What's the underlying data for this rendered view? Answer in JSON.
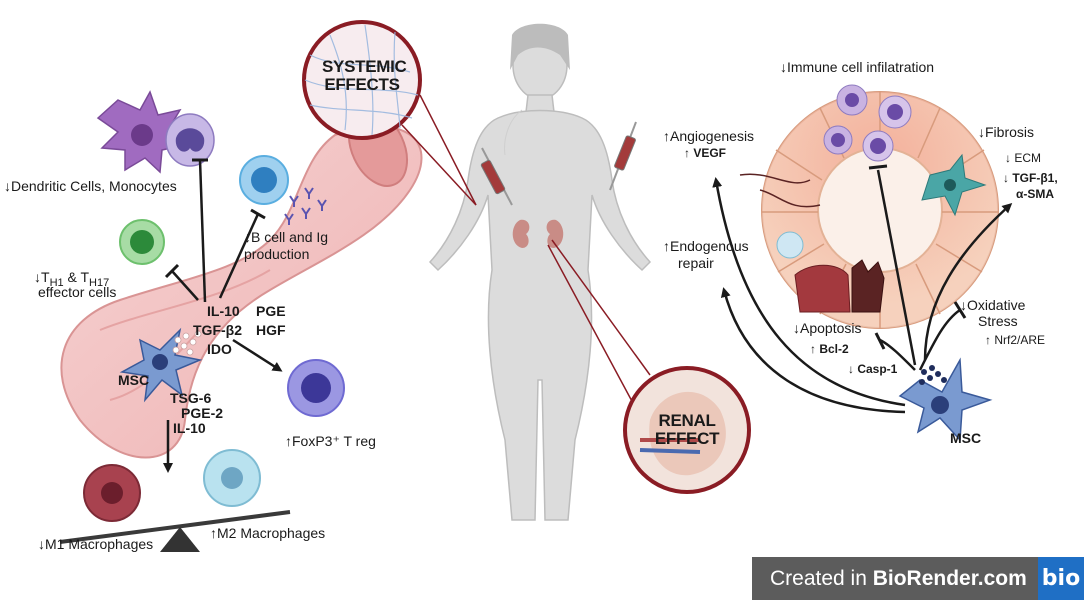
{
  "left": {
    "dendritic_label": "↓Dendritic Cells, Monocytes",
    "bcell_label_1": "↓B cell and Ig",
    "bcell_label_2": "production",
    "th_label_1": "↓T",
    "th_sub_1": "H1",
    "th_amp": " & T",
    "th_sub_2": "H17",
    "th_label_2": "effector cells",
    "factors": [
      "IL-10",
      "PGE",
      "TGF-β2",
      "HGF",
      "IDO"
    ],
    "msc": "MSC",
    "tsg": [
      "TSG-6",
      "PGE-2",
      "IL-10"
    ],
    "treg_label": "↑FoxP3⁺ T reg",
    "m1_label": "↓M1 Macrophages",
    "m2_label": "↑M2 Macrophages"
  },
  "center": {
    "systemic_1": "SYSTEMIC",
    "systemic_2": "EFFECTS",
    "renal_1": "RENAL",
    "renal_2": "EFFECT"
  },
  "right": {
    "immune_infil": "↓Immune cell infilatration",
    "angio": "↑Angiogenesis",
    "vegf": "↑ VEGF",
    "fibrosis": "↓Fibrosis",
    "ecm": "↓ ECM",
    "tgf_1": "↓ TGF-β1,",
    "tgf_2": "α-SMA",
    "endo_1": "↑Endogenous",
    "endo_2": "repair",
    "oxid_1": "↓Oxidative",
    "oxid_2": "Stress",
    "nrf2": "↑ Nrf2/ARE",
    "apoptosis": "↓Apoptosis",
    "bcl2": "↑ Bcl-2",
    "casp1": "↓ Casp-1",
    "msc": "MSC"
  },
  "footer": {
    "created_in": "Created in ",
    "brand": "BioRender.com",
    "logo": "bio"
  },
  "colors": {
    "vessel": "#f2c4c4",
    "dendritic": "#a06bc0",
    "b_cell": "#5aaee0",
    "th_cell": "#6dc06d",
    "treg": "#6f6ad2",
    "m1": "#a8424f",
    "m2": "#9fd3e6",
    "kidney": "#f3c7ac",
    "footer": "#5c5c5c",
    "logo": "#1f6fc5"
  }
}
